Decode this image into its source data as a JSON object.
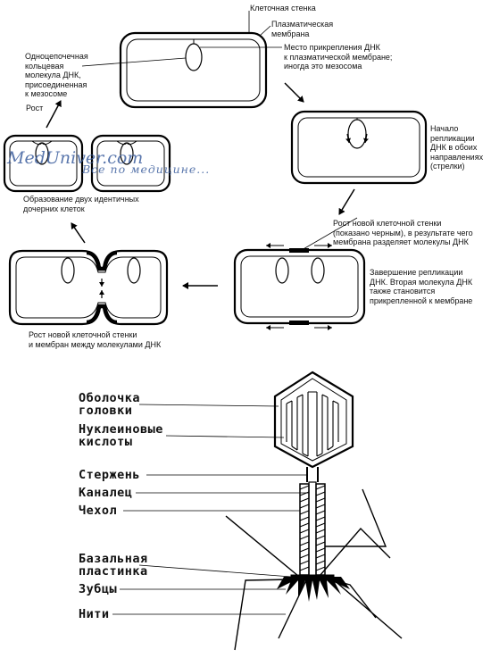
{
  "division": {
    "cell_wall": "Клеточная стенка",
    "plasma_membrane": "Плазматическая\nмембрана",
    "attachment_site": "Место прикрепления ДНК\nк плазматической мембране;\nиногда это мезосома",
    "circular_dna": "Одноцепочечная\nкольцевая\nмолекула ДНК,\nприсоединенная\nк мезосоме",
    "growth": "Рост",
    "replication_start": "Начало\nрепликации\nДНК в обоих\nнаправлениях\n(стрелки)",
    "two_daughter_cells": "Образование двух идентичных\nдочерних клеток",
    "new_wall_growth": "Рост новой клеточной стенки\n(показано черным), в результате чего\nмембрана разделяет молекулы ДНК",
    "replication_end": "Завершение репликации\nДНК. Вторая молекула ДНК\nтакже становится\nприкрепленной к мембране",
    "wall_between_dna": "Рост новой клеточной стенки\nи мембран между молекулами ДНК"
  },
  "watermark": {
    "site": "MedUniver.com",
    "slogan": "Все по медицине..."
  },
  "phage": {
    "head_shell": "Оболочка\nголовки",
    "nucleic_acids": "Нуклеиновые\nкислоты",
    "core": "Стержень",
    "channel": "Каналец",
    "sheath": "Чехол",
    "base_plate": "Базальная\nпластинка",
    "spikes": "Зубцы",
    "fibers": "Нити"
  }
}
